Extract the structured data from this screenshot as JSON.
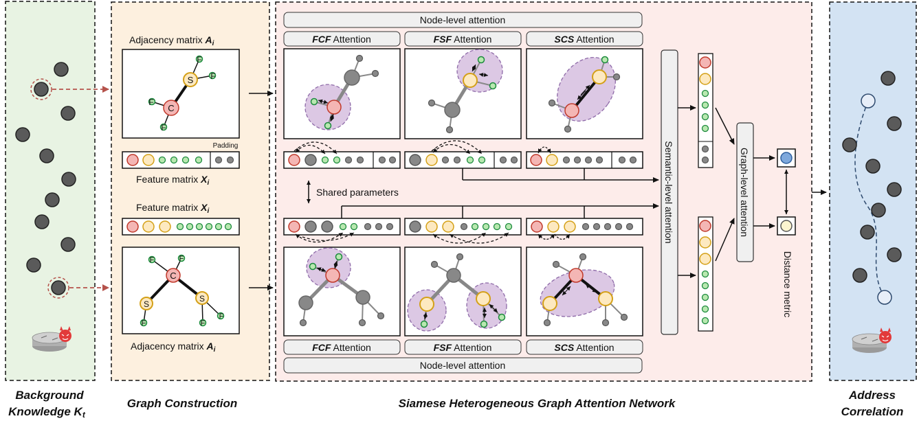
{
  "panels": {
    "background": {
      "caption_line1": "Background",
      "caption_line2": "Knowledge K",
      "caption_sub": "t"
    },
    "graph_construction": {
      "caption": "Graph Construction",
      "adjacency_top": "Adjacency matrix ",
      "adjacency_symbol": "A",
      "adjacency_sub": "i",
      "padding": "Padding",
      "feature_matrix": "Feature matrix ",
      "feature_symbol": "X",
      "feature_sub": "i",
      "adjacency_bottom": "Adjacency matrix "
    },
    "siamese": {
      "caption": "Siamese Heterogeneous Graph Attention Network",
      "node_level_attention": "Node-level attention",
      "attn_fcf": "FCF",
      "attn_fsf": "FSF",
      "attn_scs": "SCS",
      "attention_word": " Attention",
      "shared_parameters": "Shared parameters",
      "semantic_level_attention": "Semantic-level attention",
      "graph_level_attention": "Graph-level attention",
      "distance_metric": "Distance metric"
    },
    "address": {
      "caption_line1": "Address",
      "caption_line2": "Correlation"
    }
  },
  "atoms": {
    "carbon": "C",
    "sulfur": "S",
    "fluorine": "F"
  },
  "colors": {
    "bg_green": "#e8f3e3",
    "bg_orange": "#fdf0df",
    "bg_pink": "#fdecea",
    "bg_blue": "#d3e3f3",
    "node_red": "#f4b6b4",
    "node_yellow": "#fde9c0",
    "node_green": "#b8e8b0",
    "node_gray": "#777777",
    "ellipse_purple": "#dcc8e4",
    "output_blue": "#7ea8dc",
    "output_cream": "#fbf4cf"
  }
}
